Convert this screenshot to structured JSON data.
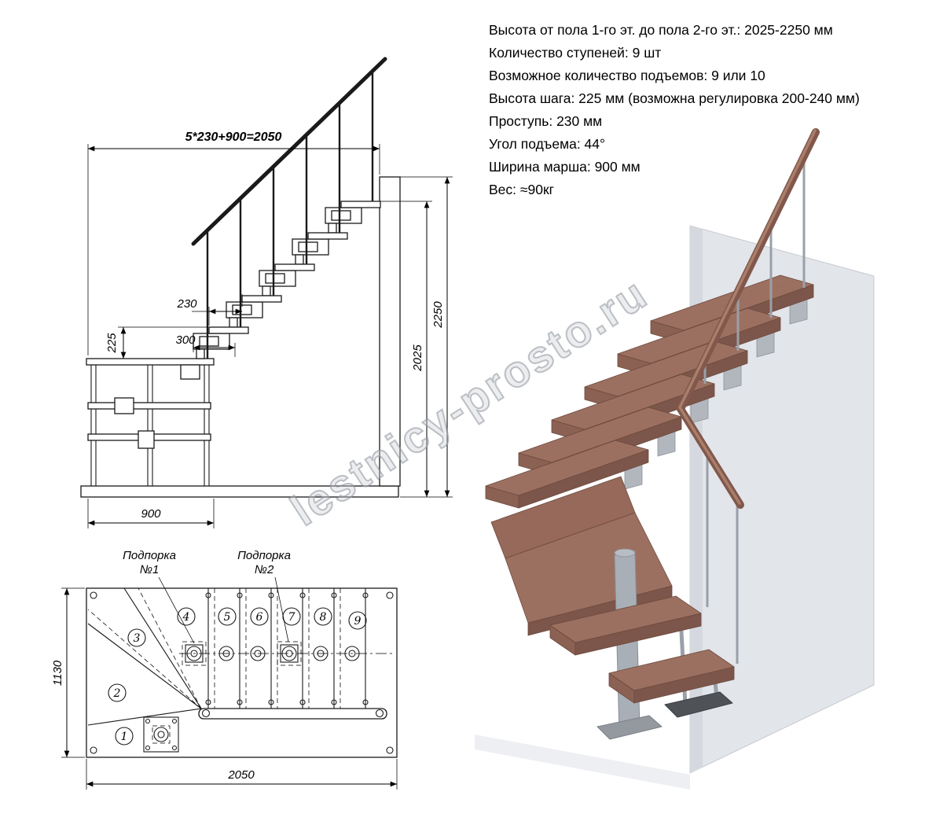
{
  "specs": {
    "lines": [
      "Высота от пола 1-го эт. до пола 2-го эт.: 2025-2250 мм",
      "Количество ступеней: 9 шт",
      "Возможное количество подъемов: 9 или 10",
      "Высота шага: 225 мм (возможна регулировка 200-240 мм)",
      "Проступь: 230 мм",
      "Угол подъема: 44°",
      "Ширина марша: 900 мм",
      "Вес: ≈90кг"
    ]
  },
  "elevation": {
    "dim_top": "5*230+900=2050",
    "dim_tread_depth": "230",
    "dim_module": "300",
    "dim_step_height": "225",
    "dim_march_width": "900",
    "dim_floor_height": "2025",
    "dim_total_height": "2250"
  },
  "plan": {
    "support1": [
      "Подпорка",
      "№1"
    ],
    "support2": [
      "Подпорка",
      "№2"
    ],
    "dim_width": "1130",
    "dim_length": "2050",
    "steps": [
      "1",
      "2",
      "3",
      "4",
      "5",
      "6",
      "7",
      "8",
      "9"
    ]
  },
  "watermark": "lestnicy-prosto.ru"
}
